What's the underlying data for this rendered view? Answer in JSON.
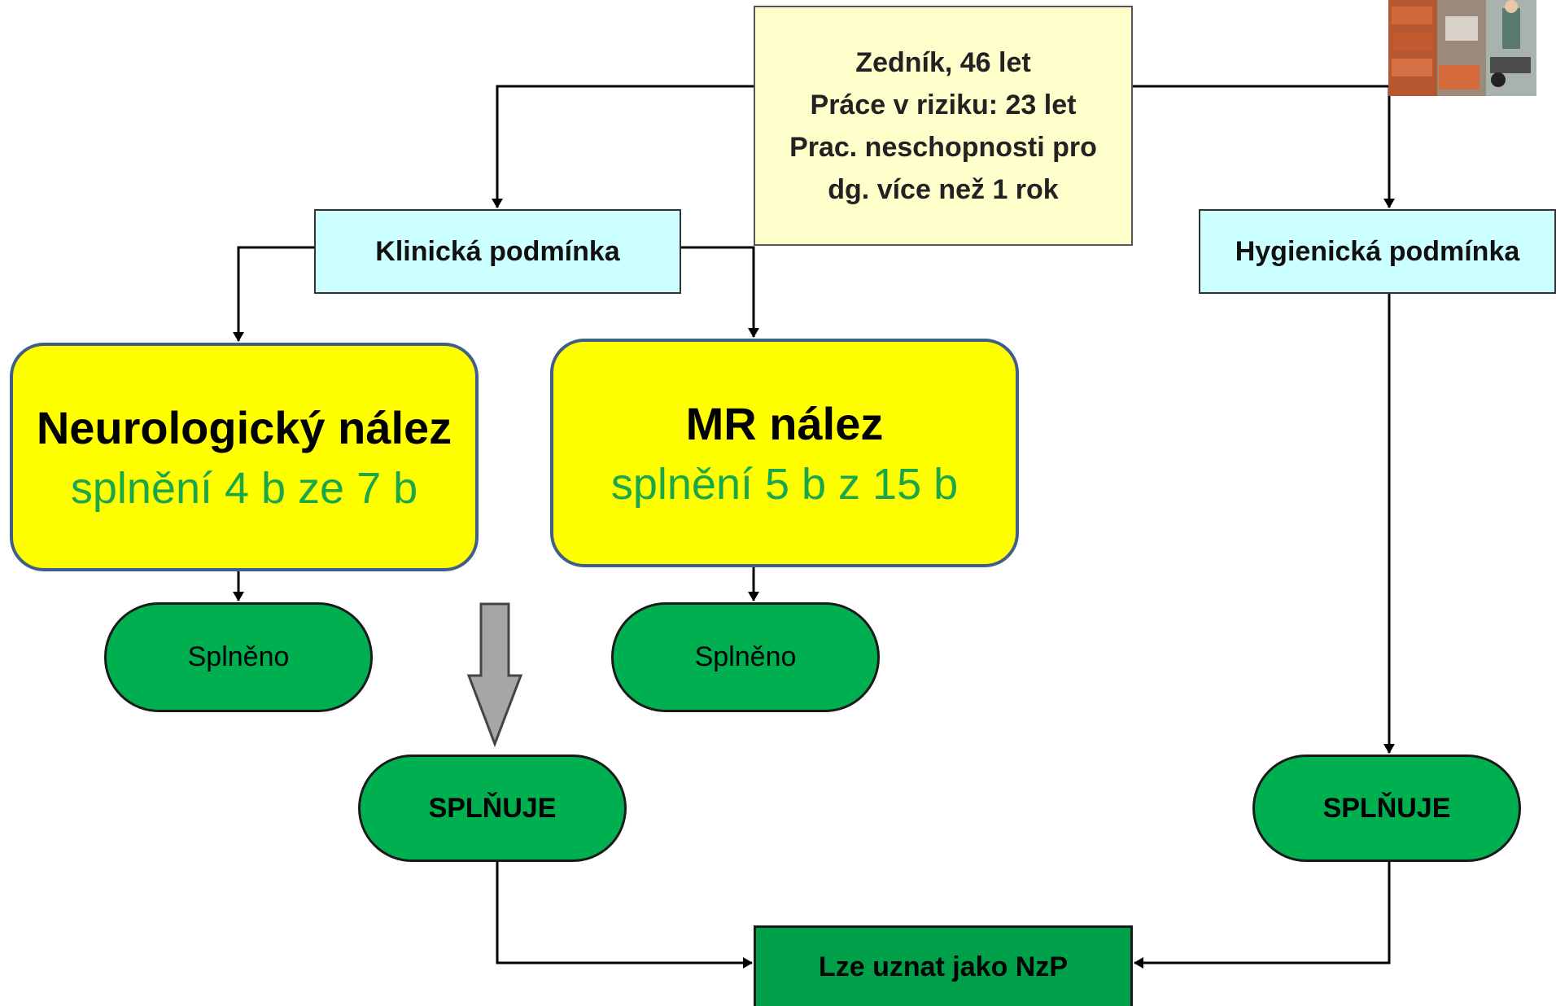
{
  "patient": {
    "lines": [
      "Zedník,  46 let",
      "Práce v riziku: 23 let",
      "Prac. neschopnosti pro",
      "dg. více než 1 rok"
    ]
  },
  "conditions": {
    "clinical": "Klinická podmínka",
    "hygienic": "Hygienická podmínka"
  },
  "findings": {
    "neuro": {
      "title": "Neurologický nález",
      "subtitle": "splnění 4 b ze 7 b"
    },
    "mr": {
      "title": "MR nález",
      "subtitle": "splnění 5 b z 15 b"
    }
  },
  "outcomes": {
    "neuro_met": "Splněno",
    "mr_met": "Splněno",
    "clinical_meets": "SPLŇUJE",
    "hygienic_meets": "SPLŇUJE"
  },
  "result": "Lze uznat jako NzP",
  "colors": {
    "patient_bg": "#ffffcc",
    "condition_bg": "#ccffff",
    "finding_bg": "#ffff00",
    "finding_subtitle": "#1aa64a",
    "pill_bg": "#00b050",
    "result_bg": "#00a04a"
  }
}
